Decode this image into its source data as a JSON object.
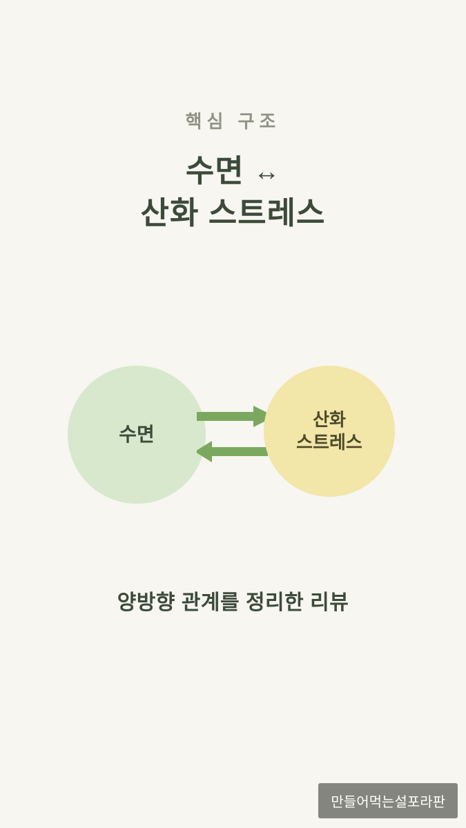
{
  "card": {
    "background_color": "#f7f6f0",
    "eyebrow": "핵심 구조",
    "title_line1": "수면",
    "title_arrow": "↔",
    "title_line2": "산화 스트레스",
    "subtitle": "양방향 관계를 정리한 리뷰",
    "watermark": "만들어먹는설포라판"
  },
  "diagram": {
    "type": "bidirectional-relationship",
    "nodes": [
      {
        "id": "sleep",
        "label": "수면",
        "fill": "#d7e8cd",
        "text_color": "#3c4a3a"
      },
      {
        "id": "oxidative-stress",
        "label_line1": "산화",
        "label_line2": "스트레스",
        "fill": "#f2e6a8",
        "text_color": "#4d4a2b"
      }
    ],
    "arrows": [
      {
        "id": "sleep-to-stress",
        "direction": "right",
        "color": "#7ba85f"
      },
      {
        "id": "stress-to-sleep",
        "direction": "left",
        "color": "#7ba85f"
      }
    ]
  }
}
